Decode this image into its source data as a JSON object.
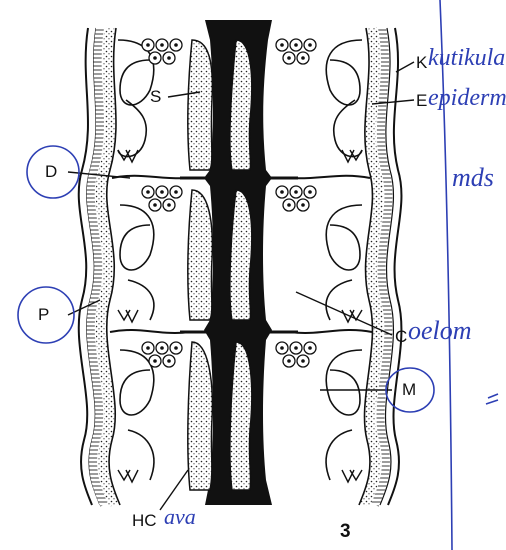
{
  "labels": {
    "S": "S",
    "K": "K",
    "E": "E",
    "D": "D",
    "P": "P",
    "C": "C",
    "M": "M",
    "HC": "HC"
  },
  "figure_number": "3",
  "handwriting": {
    "right_top": "kutikula",
    "right_mid": "epidermis",
    "right_low": "mds",
    "coelom": "oelom",
    "hc": "ava"
  },
  "colors": {
    "ink": "#111111",
    "pen": "#2d3fb4",
    "paper": "#ffffff"
  }
}
